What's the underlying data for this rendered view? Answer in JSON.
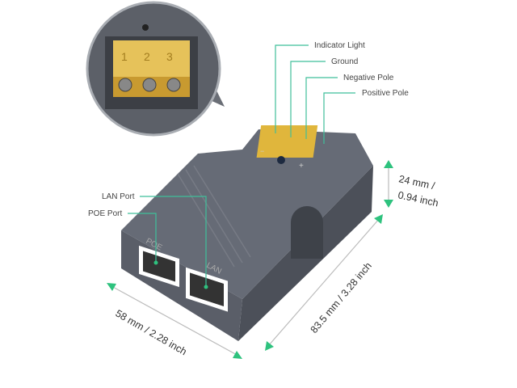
{
  "callouts": {
    "indicator_light": "Indicator Light",
    "ground": "Ground",
    "negative_pole": "Negative Pole",
    "positive_pole": "Positive Pole",
    "lan_port": "LAN Port",
    "poe_port": "POE Port"
  },
  "device_markings": {
    "poe": "POE",
    "lan": "LAN",
    "terminals": [
      "1",
      "2",
      "3"
    ],
    "plus": "+",
    "minus": "−"
  },
  "dimensions": {
    "height": [
      "24 mm /",
      "0.94 inch"
    ],
    "width": "58 mm / 2.28 inch",
    "length": "83.5 mm / 3.28 inch"
  },
  "colors": {
    "accent": "#2ec27e",
    "body": "#5a5f6b",
    "terminal": "#e0b63c"
  }
}
